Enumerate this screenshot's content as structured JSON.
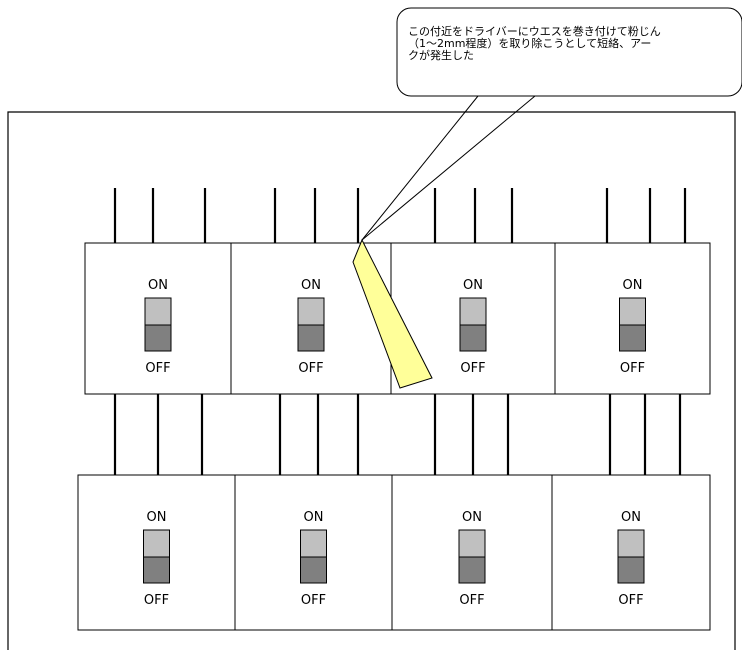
{
  "callout": {
    "text": "この付近をドライバーにウエスを巻き付けて粉じん\n（1～2mm程度）を取り除こうとして短絡、アー\nクが発生した"
  },
  "switch_on_label": "ON",
  "switch_off_label": "OFF",
  "colors": {
    "lever_top": "#c0c0c0",
    "lever_bottom": "#808080",
    "screwdriver": "#ffff99",
    "stroke": "#000000"
  },
  "rows": [
    {
      "row": "upper",
      "breakers": [
        {
          "state": "OFF"
        },
        {
          "state": "OFF"
        },
        {
          "state": "OFF"
        },
        {
          "state": "OFF"
        }
      ]
    },
    {
      "row": "lower",
      "breakers": [
        {
          "state": "OFF"
        },
        {
          "state": "OFF"
        },
        {
          "state": "OFF"
        },
        {
          "state": "OFF"
        }
      ]
    }
  ]
}
